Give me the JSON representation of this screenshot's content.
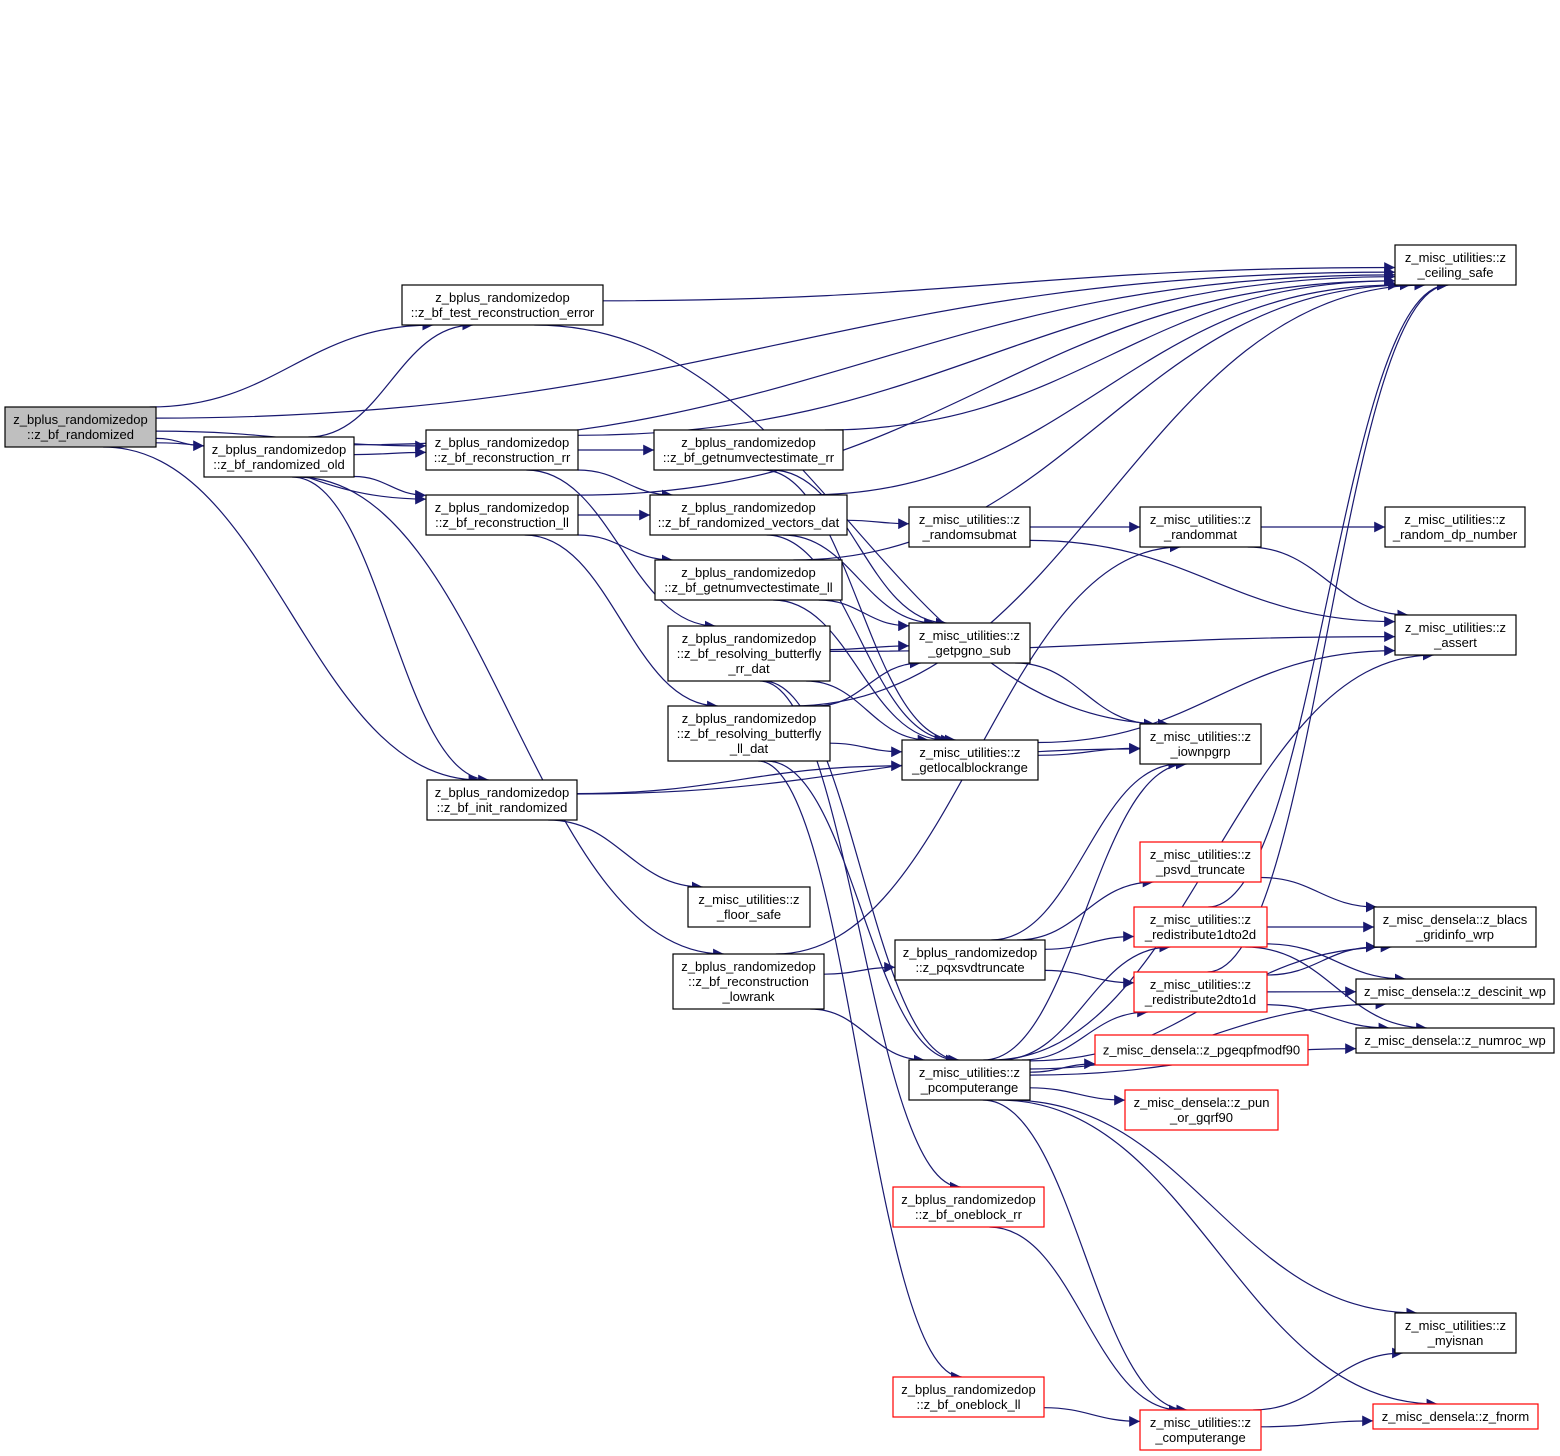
{
  "colors": {
    "edge": "#191970",
    "root_fill": "#bfbfbf",
    "red_border": "#ff0000",
    "border": "#000000"
  },
  "nodes": {
    "root": {
      "lines": [
        "z_bplus_randomizedop",
        "::z_bf_randomized"
      ],
      "style": "root"
    },
    "rand_old": {
      "lines": [
        "z_bplus_randomizedop",
        "::z_bf_randomized_old"
      ]
    },
    "test_err": {
      "lines": [
        "z_bplus_randomizedop",
        "::z_bf_test_reconstruction_error"
      ]
    },
    "recon_rr": {
      "lines": [
        "z_bplus_randomizedop",
        "::z_bf_reconstruction_rr"
      ]
    },
    "recon_ll": {
      "lines": [
        "z_bplus_randomizedop",
        "::z_bf_reconstruction_ll"
      ]
    },
    "init_rand": {
      "lines": [
        "z_bplus_randomizedop",
        "::z_bf_init_randomized"
      ]
    },
    "numvec_rr": {
      "lines": [
        "z_bplus_randomizedop",
        "::z_bf_getnumvectestimate_rr"
      ]
    },
    "rand_vec": {
      "lines": [
        "z_bplus_randomizedop",
        "::z_bf_randomized_vectors_dat"
      ]
    },
    "numvec_ll": {
      "lines": [
        "z_bplus_randomizedop",
        "::z_bf_getnumvectestimate_ll"
      ]
    },
    "resolv_rr": {
      "lines": [
        "z_bplus_randomizedop",
        "::z_bf_resolving_butterfly",
        "_rr_dat"
      ]
    },
    "resolv_ll": {
      "lines": [
        "z_bplus_randomizedop",
        "::z_bf_resolving_butterfly",
        "_ll_dat"
      ]
    },
    "floor_safe": {
      "lines": [
        "z_misc_utilities::z",
        "_floor_safe"
      ]
    },
    "recon_lowrank": {
      "lines": [
        "z_bplus_randomizedop",
        "::z_bf_reconstruction",
        "_lowrank"
      ]
    },
    "randomsubmat": {
      "lines": [
        "z_misc_utilities::z",
        "_randomsubmat"
      ]
    },
    "getpgno": {
      "lines": [
        "z_misc_utilities::z",
        "_getpgno_sub"
      ]
    },
    "getlocal": {
      "lines": [
        "z_misc_utilities::z",
        "_getlocalblockrange"
      ]
    },
    "pqxsvd": {
      "lines": [
        "z_bplus_randomizedop",
        "::z_pqxsvdtruncate"
      ]
    },
    "pcompute": {
      "lines": [
        "z_misc_utilities::z",
        "_pcomputerange"
      ]
    },
    "oneblock_rr": {
      "lines": [
        "z_bplus_randomizedop",
        "::z_bf_oneblock_rr"
      ],
      "style": "red"
    },
    "oneblock_ll": {
      "lines": [
        "z_bplus_randomizedop",
        "::z_bf_oneblock_ll"
      ],
      "style": "red"
    },
    "randommat": {
      "lines": [
        "z_misc_utilities::z",
        "_randommat"
      ]
    },
    "iownpgrp": {
      "lines": [
        "z_misc_utilities::z",
        "_iownpgrp"
      ]
    },
    "psvd": {
      "lines": [
        "z_misc_utilities::z",
        "_psvd_truncate"
      ],
      "style": "red"
    },
    "redist1to2": {
      "lines": [
        "z_misc_utilities::z",
        "_redistribute1dto2d"
      ],
      "style": "red"
    },
    "redist2to1": {
      "lines": [
        "z_misc_utilities::z",
        "_redistribute2dto1d"
      ],
      "style": "red"
    },
    "pgeqp": {
      "lines": [
        "z_misc_densela::z_pgeqpfmodf90"
      ],
      "style": "red"
    },
    "pun": {
      "lines": [
        "z_misc_densela::z_pun",
        "_or_gqrf90"
      ],
      "style": "red"
    },
    "computerange": {
      "lines": [
        "z_misc_utilities::z",
        "_computerange"
      ],
      "style": "red"
    },
    "ceiling": {
      "lines": [
        "z_misc_utilities::z",
        "_ceiling_safe"
      ]
    },
    "random_dp": {
      "lines": [
        "z_misc_utilities::z",
        "_random_dp_number"
      ]
    },
    "assert": {
      "lines": [
        "z_misc_utilities::z",
        "_assert"
      ]
    },
    "blacs": {
      "lines": [
        "z_misc_densela::z_blacs",
        "_gridinfo_wrp"
      ]
    },
    "descinit": {
      "lines": [
        "z_misc_densela::z_descinit_wp"
      ]
    },
    "numroc": {
      "lines": [
        "z_misc_densela::z_numroc_wp"
      ]
    },
    "myisnan": {
      "lines": [
        "z_misc_utilities::z",
        "_myisnan"
      ]
    },
    "fnorm": {
      "lines": [
        "z_misc_densela::z_fnorm"
      ],
      "style": "red"
    }
  },
  "edges": [
    [
      "root",
      "ceiling"
    ],
    [
      "root",
      "rand_old"
    ],
    [
      "root",
      "test_err"
    ],
    [
      "root",
      "recon_rr"
    ],
    [
      "root",
      "recon_ll"
    ],
    [
      "root",
      "init_rand"
    ],
    [
      "rand_old",
      "ceiling"
    ],
    [
      "rand_old",
      "test_err"
    ],
    [
      "rand_old",
      "recon_rr"
    ],
    [
      "rand_old",
      "recon_ll"
    ],
    [
      "rand_old",
      "init_rand"
    ],
    [
      "rand_old",
      "recon_lowrank"
    ],
    [
      "test_err",
      "ceiling"
    ],
    [
      "test_err",
      "iownpgrp"
    ],
    [
      "recon_rr",
      "ceiling"
    ],
    [
      "recon_rr",
      "numvec_rr"
    ],
    [
      "recon_rr",
      "rand_vec"
    ],
    [
      "recon_rr",
      "resolv_rr"
    ],
    [
      "recon_ll",
      "rand_vec"
    ],
    [
      "recon_ll",
      "numvec_ll"
    ],
    [
      "recon_ll",
      "resolv_ll"
    ],
    [
      "recon_ll",
      "ceiling"
    ],
    [
      "numvec_rr",
      "ceiling"
    ],
    [
      "numvec_rr",
      "getpgno"
    ],
    [
      "numvec_rr",
      "getlocal"
    ],
    [
      "rand_vec",
      "randomsubmat"
    ],
    [
      "rand_vec",
      "getpgno"
    ],
    [
      "rand_vec",
      "getlocal"
    ],
    [
      "rand_vec",
      "ceiling"
    ],
    [
      "numvec_ll",
      "getpgno"
    ],
    [
      "numvec_ll",
      "getlocal"
    ],
    [
      "numvec_ll",
      "ceiling"
    ],
    [
      "resolv_rr",
      "getpgno"
    ],
    [
      "resolv_rr",
      "getlocal"
    ],
    [
      "resolv_rr",
      "assert"
    ],
    [
      "resolv_rr",
      "pcompute"
    ],
    [
      "resolv_rr",
      "oneblock_rr"
    ],
    [
      "resolv_ll",
      "getpgno"
    ],
    [
      "resolv_ll",
      "getlocal"
    ],
    [
      "resolv_ll",
      "pcompute"
    ],
    [
      "resolv_ll",
      "oneblock_ll"
    ],
    [
      "resolv_ll",
      "ceiling"
    ],
    [
      "init_rand",
      "getlocal"
    ],
    [
      "init_rand",
      "iownpgrp"
    ],
    [
      "init_rand",
      "floor_safe"
    ],
    [
      "recon_lowrank",
      "pqxsvd"
    ],
    [
      "recon_lowrank",
      "pcompute"
    ],
    [
      "recon_lowrank",
      "randommat"
    ],
    [
      "randomsubmat",
      "randommat"
    ],
    [
      "randomsubmat",
      "assert"
    ],
    [
      "randommat",
      "random_dp"
    ],
    [
      "randommat",
      "assert"
    ],
    [
      "getpgno",
      "iownpgrp"
    ],
    [
      "getlocal",
      "iownpgrp"
    ],
    [
      "getlocal",
      "assert"
    ],
    [
      "pqxsvd",
      "psvd"
    ],
    [
      "pqxsvd",
      "redist1to2"
    ],
    [
      "pqxsvd",
      "redist2to1"
    ],
    [
      "pqxsvd",
      "iownpgrp"
    ],
    [
      "pcompute",
      "iownpgrp"
    ],
    [
      "pcompute",
      "redist1to2"
    ],
    [
      "pcompute",
      "redist2to1"
    ],
    [
      "pcompute",
      "pgeqp"
    ],
    [
      "pcompute",
      "pun"
    ],
    [
      "pcompute",
      "blacs"
    ],
    [
      "pcompute",
      "descinit"
    ],
    [
      "pcompute",
      "numroc"
    ],
    [
      "pcompute",
      "myisnan"
    ],
    [
      "pcompute",
      "fnorm"
    ],
    [
      "pcompute",
      "computerange"
    ],
    [
      "pcompute",
      "assert"
    ],
    [
      "psvd",
      "blacs"
    ],
    [
      "redist1to2",
      "blacs"
    ],
    [
      "redist1to2",
      "descinit"
    ],
    [
      "redist1to2",
      "numroc"
    ],
    [
      "redist1to2",
      "ceiling"
    ],
    [
      "redist2to1",
      "blacs"
    ],
    [
      "redist2to1",
      "descinit"
    ],
    [
      "redist2to1",
      "numroc"
    ],
    [
      "redist2to1",
      "ceiling"
    ],
    [
      "oneblock_rr",
      "computerange"
    ],
    [
      "oneblock_ll",
      "computerange"
    ],
    [
      "computerange",
      "myisnan"
    ],
    [
      "computerange",
      "fnorm"
    ]
  ]
}
